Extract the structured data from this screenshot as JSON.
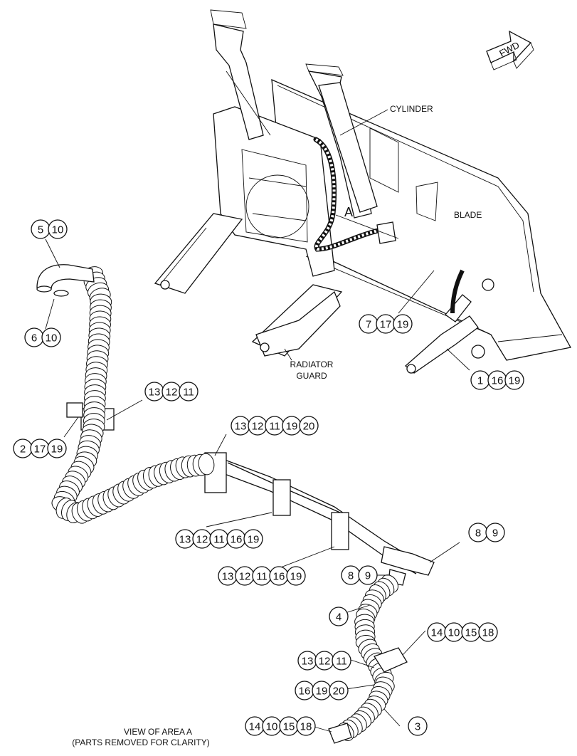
{
  "labels": {
    "fwd": "FWD",
    "cylinder": "CYLINDER",
    "blade": "BLADE",
    "area": "A",
    "radiator_line1": "RADIATOR",
    "radiator_line2": "GUARD",
    "view_line1": "VIEW OF AREA  A",
    "view_line2": "(PARTS REMOVED FOR CLARITY)"
  },
  "callouts": [
    [
      "5",
      "10"
    ],
    [
      "6",
      "10"
    ],
    [
      "13",
      "12",
      "11"
    ],
    [
      "2",
      "17",
      "19"
    ],
    [
      "13",
      "12",
      "11",
      "19",
      "20"
    ],
    [
      "13",
      "12",
      "11",
      "16",
      "19"
    ],
    [
      "13",
      "12",
      "11",
      "16",
      "19"
    ],
    [
      "8",
      "9"
    ],
    [
      "8",
      "9"
    ],
    [
      "4"
    ],
    [
      "14",
      "10",
      "15",
      "18"
    ],
    [
      "13",
      "12",
      "11"
    ],
    [
      "16",
      "19",
      "20"
    ],
    [
      "14",
      "10",
      "15",
      "18"
    ],
    [
      "3"
    ],
    [
      "7",
      "17",
      "19"
    ],
    [
      "1",
      "16",
      "19"
    ]
  ]
}
